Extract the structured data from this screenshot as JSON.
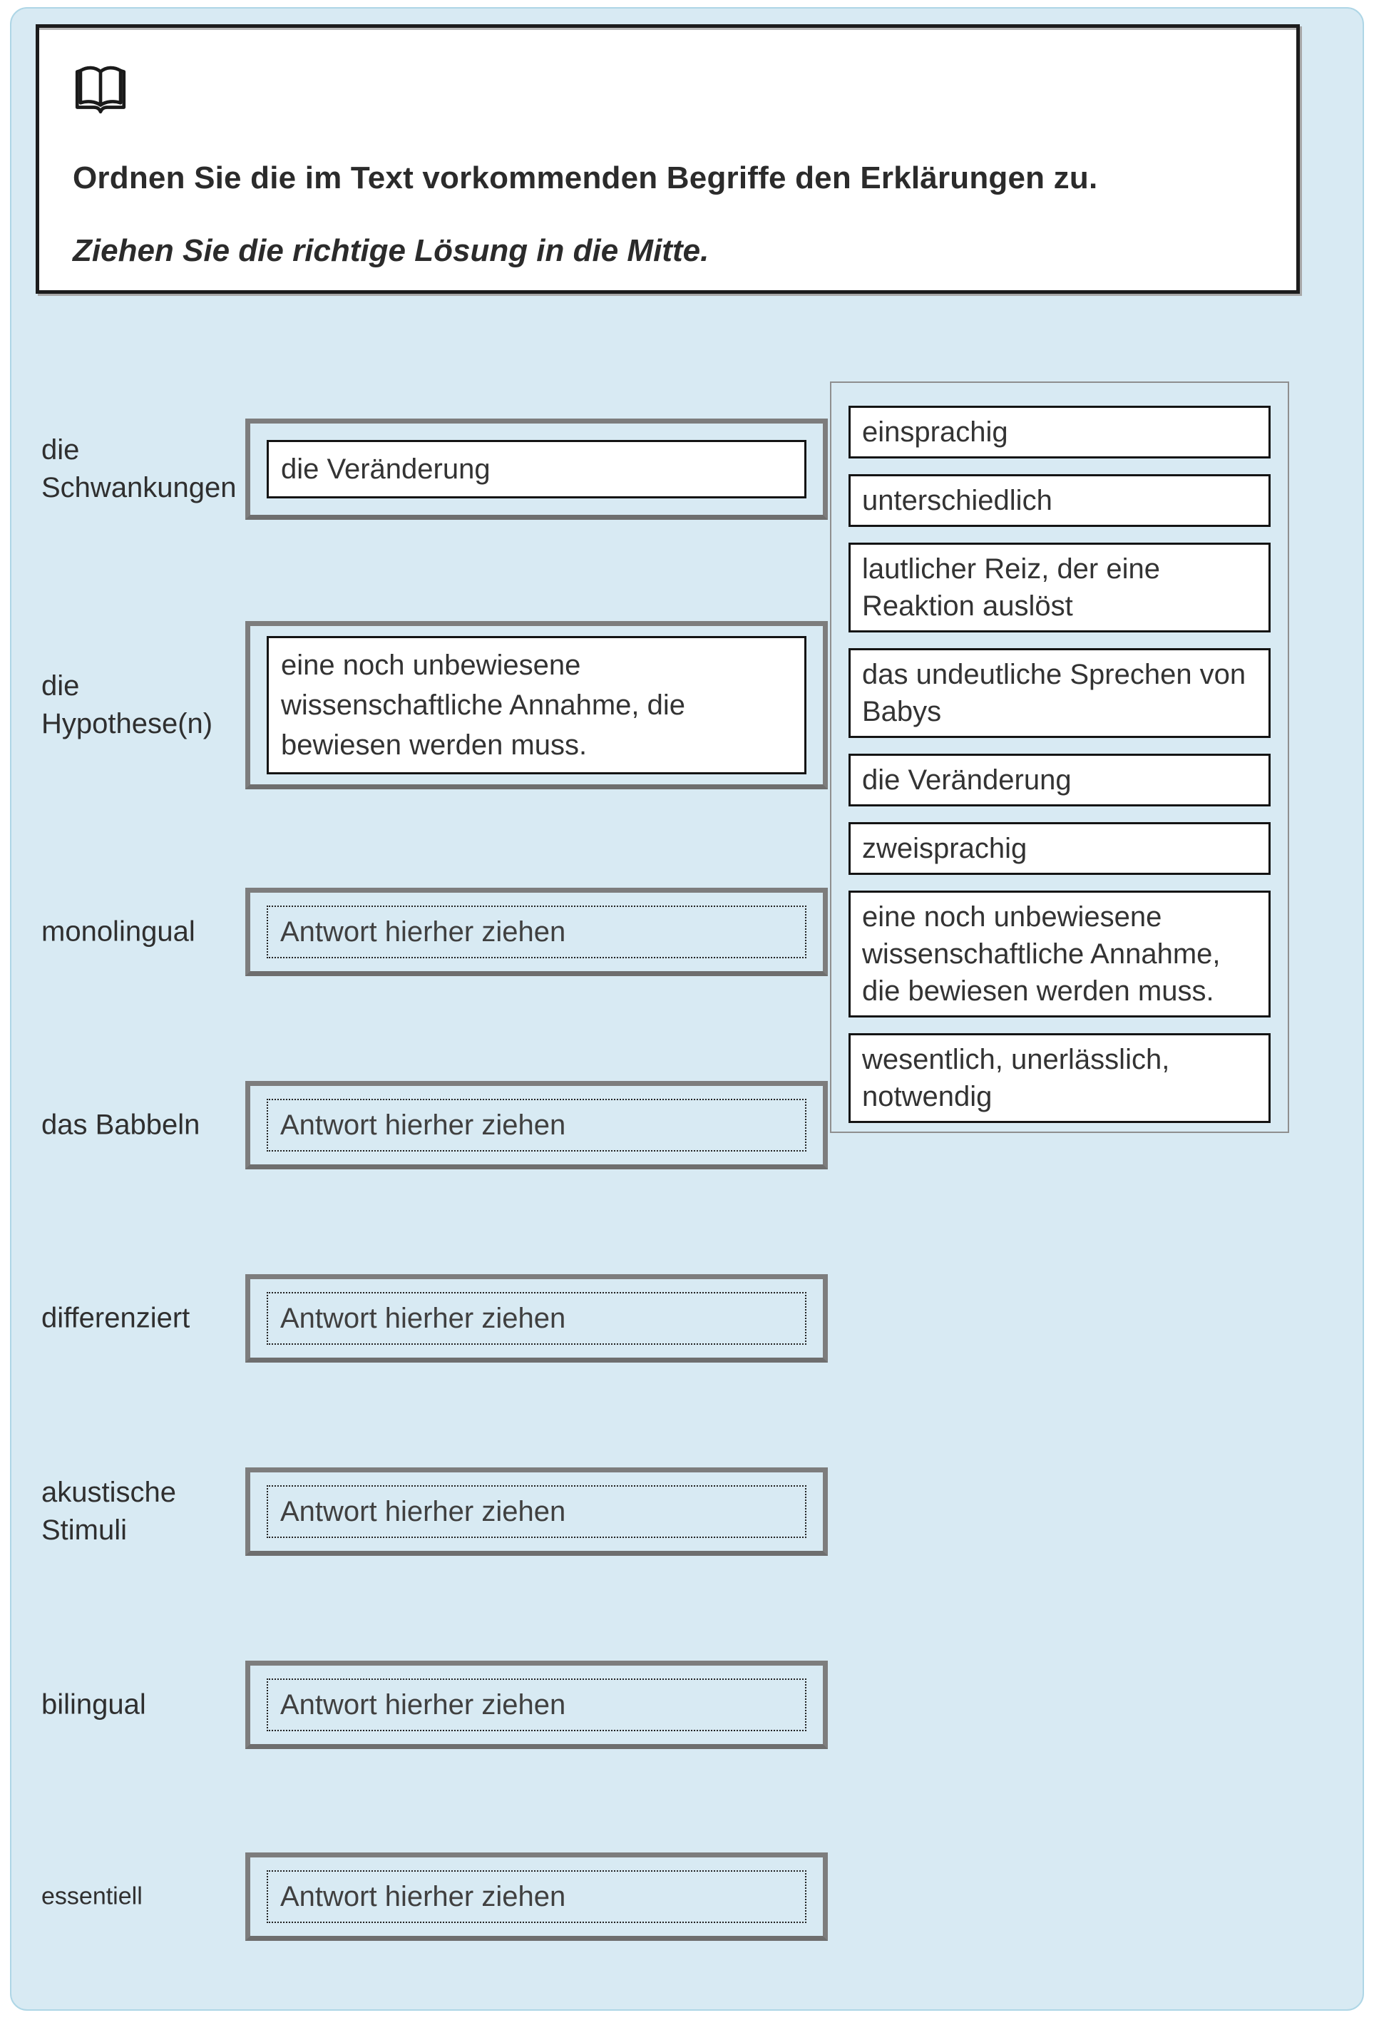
{
  "colors": {
    "page_background": "#d8eaf3",
    "page_border": "#aed6e6",
    "instruction_border": "#1c1c1c",
    "dropzone_border": "#7d7d7d",
    "panel_border": "#8f8f8f",
    "box_border": "#141414",
    "text": "#2f2f2f"
  },
  "instructions": {
    "icon": "open-book-icon",
    "heading": "Ordnen Sie die im Text vorkommenden Begriffe den Erklärungen zu.",
    "subheading": "Ziehen Sie die richtige Lösung in die Mitte."
  },
  "ui": {
    "placeholder": "Antwort hierher ziehen"
  },
  "rows": [
    {
      "term": "die Schwankungen",
      "state": "filled",
      "answer": "die Veränderung"
    },
    {
      "term": "die Hypothese(n)",
      "state": "filled",
      "answer": "eine noch unbewiesene wissenschaftliche Annahme, die bewiesen werden muss."
    },
    {
      "term": "monolingual",
      "state": "empty",
      "answer": ""
    },
    {
      "term": "das Babbeln",
      "state": "empty",
      "answer": ""
    },
    {
      "term": "differenziert",
      "state": "empty",
      "answer": ""
    },
    {
      "term": "akustische Stimuli",
      "state": "empty",
      "answer": ""
    },
    {
      "term": "bilingual",
      "state": "empty",
      "answer": ""
    },
    {
      "term": "essentiell",
      "state": "empty",
      "answer": ""
    }
  ],
  "options": [
    "einsprachig",
    "unterschiedlich",
    "lautlicher Reiz, der eine Reaktion auslöst",
    "das undeutliche Sprechen von Babys",
    "die Veränderung",
    "zweisprachig",
    "eine noch unbewiesene wissenschaftliche Annahme, die bewiesen werden muss.",
    "wesentlich, unerlässlich, notwendig"
  ]
}
